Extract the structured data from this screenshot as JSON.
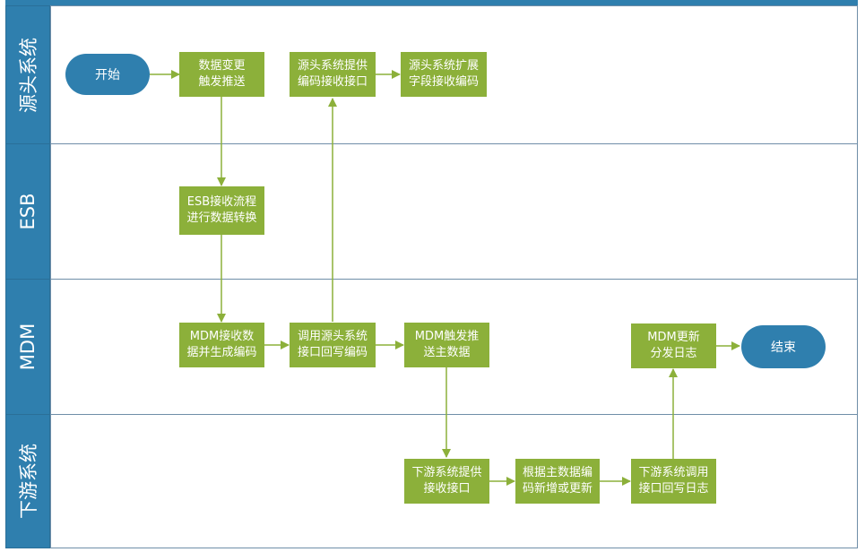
{
  "lanes": [
    {
      "id": "source",
      "label": "源头系统"
    },
    {
      "id": "esb",
      "label": "ESB"
    },
    {
      "id": "mdm",
      "label": "MDM"
    },
    {
      "id": "downstream",
      "label": "下游系统"
    }
  ],
  "nodes": {
    "start": "开始",
    "data_change": "数据变更\n触发推送",
    "source_provide": "源头系统提供\n编码接收接口",
    "source_extend": "源头系统扩展\n字段接收编码",
    "esb_receive": "ESB接收流程\n进行数据转换",
    "mdm_receive": "MDM接收数\n据并生成编码",
    "mdm_callback": "调用源头系统\n接口回写编码",
    "mdm_push": "MDM触发推\n送主数据",
    "mdm_log": "MDM更新\n分发日志",
    "end": "结束",
    "down_provide": "下游系统提供\n接收接口",
    "down_update": "根据主数据编\n码新增或更新",
    "down_callback": "下游系统调用\n接口回写日志"
  },
  "colors": {
    "lane_header": "#2f7fae",
    "process_box": "#8cb03a",
    "terminal": "#2f7fae",
    "arrow": "#8cb03a"
  }
}
